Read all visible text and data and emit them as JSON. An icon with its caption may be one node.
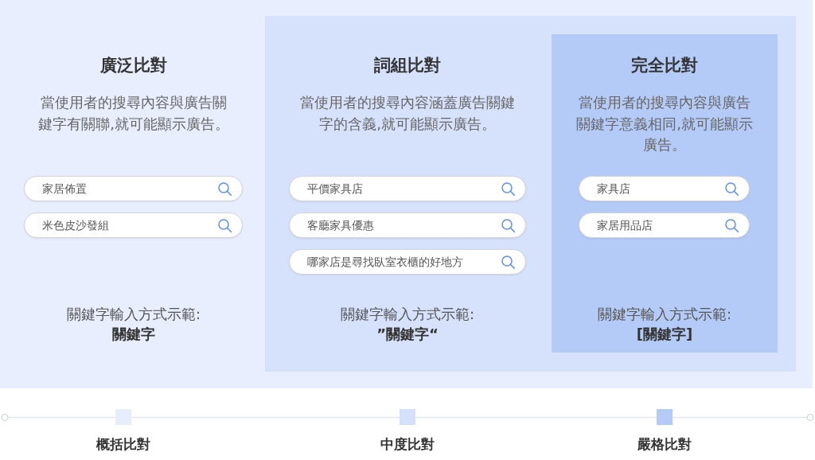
{
  "diagram": {
    "nodes": [
      {
        "text": [
          "廣泛比對",
          "當使用者的搜尋內容與廣告關鍵字有關聯,就可能顯示廣告。",
          "關鍵字輸入方式示範:",
          "關鍵字"
        ]
      },
      {
        "text": [
          "家居佈置"
        ],
        "in": 0
      },
      {
        "text": [
          "米色皮沙發組"
        ],
        "in": 0
      },
      {
        "text": [
          "詞組比對",
          "當使用者的搜尋內容涵蓋廣告關鍵字的含義,就可能顯示廣告。",
          "關鍵字輸入方式示範:",
          "”關鍵字“"
        ],
        "in": 0
      },
      {
        "text": [
          "平價家具店"
        ],
        "in": 3
      },
      {
        "text": [
          "客廳家具優惠"
        ],
        "in": 3
      },
      {
        "text": [
          "哪家店是尋找臥室衣櫃的好地方"
        ],
        "in": 3
      },
      {
        "text": [
          "完全比對",
          "當使用者的搜尋內容與廣告關鍵字意義相同,就可能顯示廣告。",
          "關鍵字輸入方式示範:",
          "[關鍵字]"
        ],
        "in": 3
      },
      {
        "text": [
          "家具店"
        ],
        "in": 7
      },
      {
        "text": [
          "家居用品店"
        ],
        "in": 7
      }
    ],
    "legend": [
      {
        "text": "概括比對",
        "color": "#e6edfc"
      },
      {
        "text": "中度比對",
        "color": "#d5e1fa"
      },
      {
        "text": "嚴格比對",
        "color": "#b4cbf6"
      }
    ]
  }
}
